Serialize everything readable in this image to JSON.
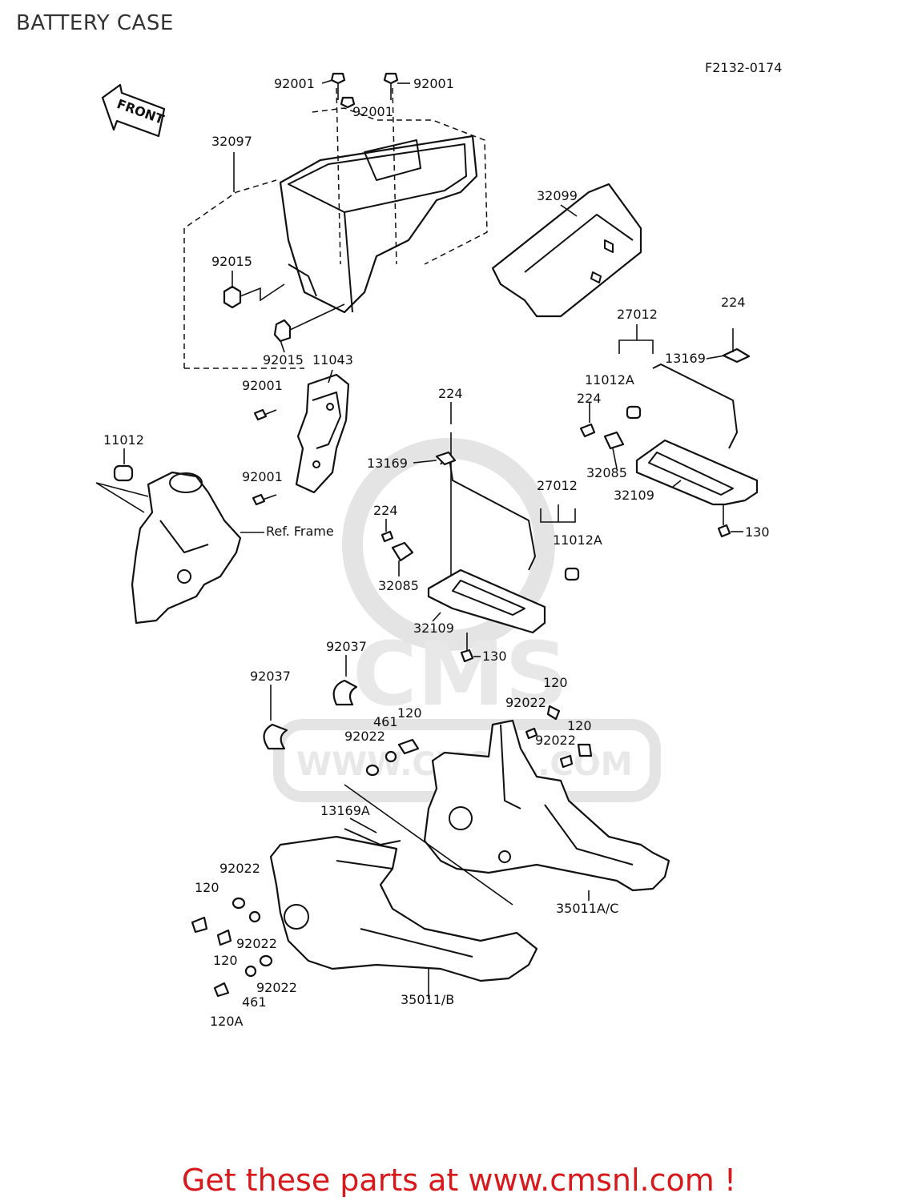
{
  "page_title": "BATTERY CASE",
  "drawing_code": "F2132-0174",
  "front_label": "FRONT",
  "watermark": {
    "mark": "CMS",
    "url": "WWW.CMSNL.COM"
  },
  "ref_frame": "Ref. Frame",
  "cta": "Get these parts at www.cmsnl.com !",
  "callouts": {
    "c92001a": "92001",
    "c92001b": "92001",
    "c92001c": "92001",
    "c32097": "32097",
    "c32099": "32099",
    "c92015a": "92015",
    "c92015b": "92015",
    "c11043": "11043",
    "c92001d": "92001",
    "c92001e": "92001",
    "c11012": "11012",
    "c224a": "224",
    "c27012a": "27012",
    "c13169a": "13169",
    "c11012Aa": "11012A",
    "c224b": "224",
    "c32085a": "32085",
    "c32109a": "32109",
    "c130a": "130",
    "c224c": "224",
    "c13169b": "13169",
    "c27012b": "27012",
    "c224d": "224",
    "c11012Ab": "11012A",
    "c32085b": "32085",
    "c32109b": "32109",
    "c130b": "130",
    "c92037a": "92037",
    "c92037b": "92037",
    "c120a": "120",
    "c92022a": "92022",
    "c120b": "120",
    "c92022b": "92022",
    "c461a": "461",
    "c120c": "120",
    "c92022c": "92022",
    "c13169A": "13169A",
    "c35011AC": "35011A/C",
    "c92022d": "92022",
    "c120d": "120",
    "c92022e": "92022",
    "c120e": "120",
    "c92022f": "92022",
    "c461b": "461",
    "c120A": "120A",
    "c35011B": "35011/B"
  }
}
